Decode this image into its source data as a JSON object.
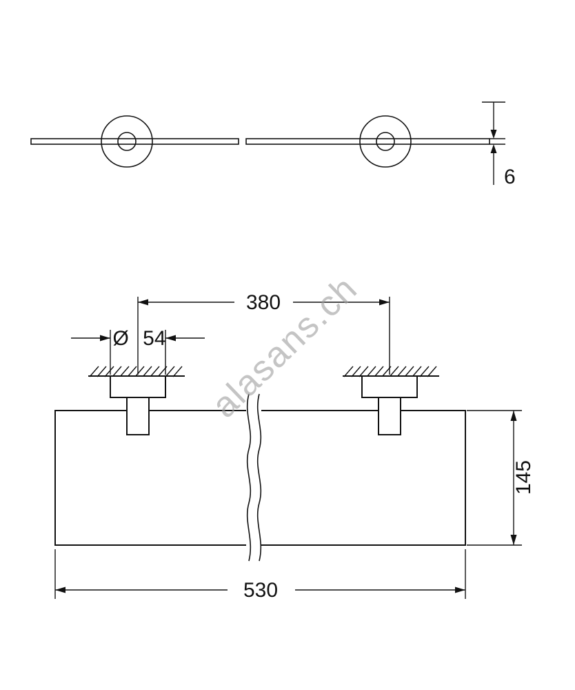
{
  "watermark": {
    "text": "alasans.ch"
  },
  "top_view": {
    "thickness_label": "6"
  },
  "front_view": {
    "hole_spacing_label": "380",
    "escutcheon_diameter_label": "Ø 54",
    "depth_label": "145",
    "width_label": "530"
  }
}
